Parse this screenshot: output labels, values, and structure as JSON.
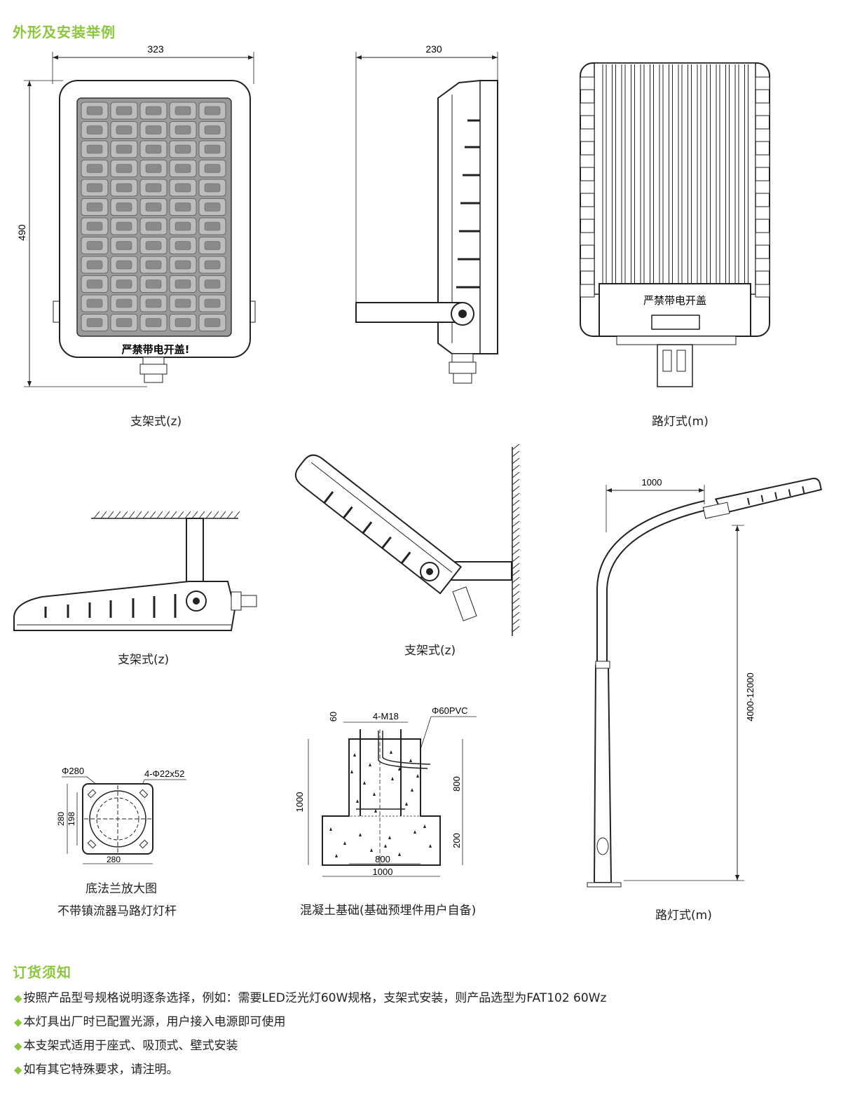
{
  "section1": {
    "title": "外形及安装举例"
  },
  "dims": {
    "front_width": "323",
    "front_height": "490",
    "side_width": "230",
    "pole_arm": "1000",
    "pole_height": "4000-12000"
  },
  "labels": {
    "warning_front": "严禁带电开盖!",
    "warning_back": "严禁带电开盖"
  },
  "captions": {
    "front": "支架式(z)",
    "streetlamp_top": "路灯式(m)",
    "ceiling": "支架式(z)",
    "wall": "支架式(z)",
    "flange_line1": "底法兰放大图",
    "flange_line2": "不带镇流器马路灯灯杆",
    "foundation": "混凝土基础(基础预埋件用户自备)",
    "streetlamp_pole": "路灯式(m)"
  },
  "flange": {
    "diameter": "Φ280",
    "holes": "4-Φ22x52",
    "dim_280_side": "280",
    "dim_198": "198",
    "dim_280_bottom": "280"
  },
  "foundation": {
    "d60": "60",
    "bolts": "4-M18",
    "pvc": "Φ60PVC",
    "d1000_v": "1000",
    "d800_v": "800",
    "d200_v": "200",
    "d800_h": "800",
    "d1000_h": "1000"
  },
  "section2": {
    "title": "订货须知",
    "notes": [
      "按照产品型号规格说明逐条选择，例如：需要LED泛光灯60W规格，支架式安装，则产品选型为FAT102 60Wz",
      "本灯具出厂时已配置光源，用户接入电源即可使用",
      "本支架式适用于座式、吸顶式、壁式安装",
      "如有其它特殊要求，请注明。"
    ]
  },
  "colors": {
    "accent": "#8cc63f",
    "line": "#222222",
    "panel": "#9a9a9a"
  }
}
